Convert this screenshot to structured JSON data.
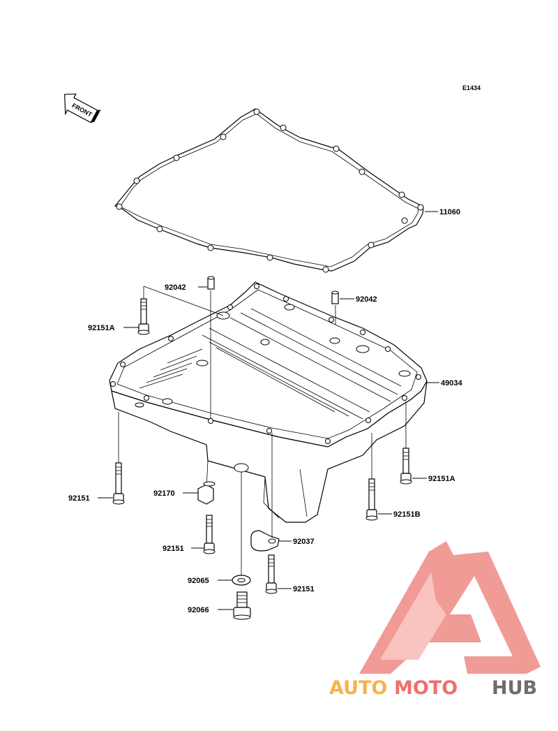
{
  "diagram_code": "E1434",
  "front_label": "FRONT",
  "parts": {
    "gasket": "11060",
    "dowel_left": "92042",
    "dowel_right": "92042",
    "bolt_a_left": "92151A",
    "oil_pan": "49034",
    "bolt_a_right": "92151A",
    "bolt_b": "92151B",
    "bolt_left": "92151",
    "clamp_left": "92170",
    "bolt_center": "92151",
    "clamp_right": "92037",
    "washer": "92065",
    "bolt_lower": "92151",
    "drain_plug": "92066"
  },
  "watermark": {
    "text_part1": "AUTO",
    "text_part2": "MOTO",
    "text_part3": "HUB",
    "color_auto": "#f7b24a",
    "color_moto": "#ef6f6a",
    "color_hub": "#6d6d6d",
    "logo_color": "#ef8a86"
  }
}
